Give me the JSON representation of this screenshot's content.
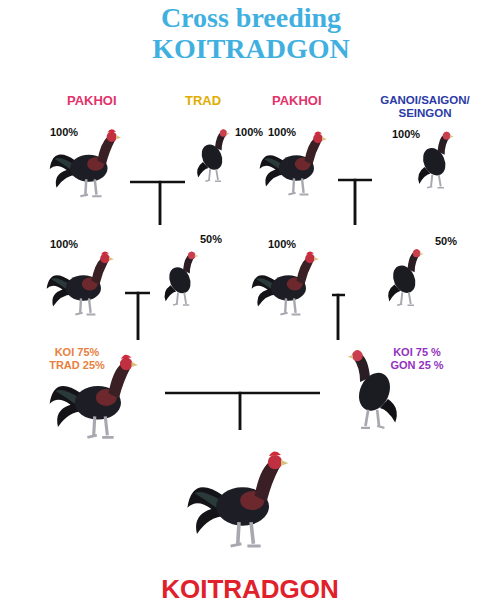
{
  "diagram": {
    "title": "Cross breeding KOITRADGON",
    "nodes": [
      {
        "text": [
          "PAKHOI",
          "100%"
        ]
      },
      {
        "text": [
          "TRAD",
          "100%"
        ]
      },
      {
        "text": [
          "PAKHOI",
          "100%"
        ]
      },
      {
        "text": [
          "GANOI/SAIGON/ SEINGON",
          "100%"
        ]
      },
      {
        "text": [
          "100%"
        ]
      },
      {
        "text": [
          "50%"
        ]
      },
      {
        "text": [
          "100%"
        ]
      },
      {
        "text": [
          "50%"
        ]
      },
      {
        "text": [
          "KOI 75% TRAD 25%"
        ]
      },
      {
        "text": [
          "KOI 75 % GON 25 %"
        ]
      },
      {
        "text": [
          "KOITRADGON"
        ]
      }
    ],
    "edges": [
      {
        "from": 0,
        "to": 5,
        "arrow": "none"
      },
      {
        "from": 1,
        "to": 5,
        "arrow": "none"
      },
      {
        "from": 2,
        "to": 7,
        "arrow": "none"
      },
      {
        "from": 3,
        "to": 7,
        "arrow": "none"
      },
      {
        "from": 4,
        "to": 8,
        "arrow": "none"
      },
      {
        "from": 5,
        "to": 8,
        "arrow": "none"
      },
      {
        "from": 6,
        "to": 9,
        "arrow": "none"
      },
      {
        "from": 7,
        "to": 9,
        "arrow": "none"
      },
      {
        "from": 8,
        "to": 10,
        "arrow": "none"
      },
      {
        "from": 9,
        "to": 10,
        "arrow": "none"
      }
    ]
  }
}
